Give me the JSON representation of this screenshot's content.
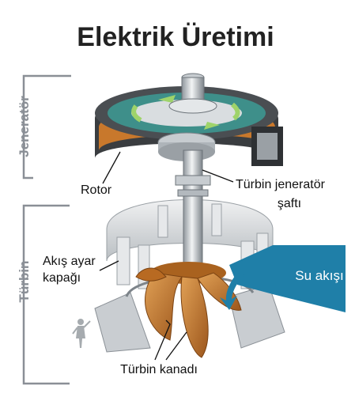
{
  "title": "Elektrik Üretimi",
  "sections": {
    "generator": "Jeneratör",
    "turbine": "Türbin"
  },
  "labels": {
    "rotor": "Rotor",
    "shaft_line1": "Türbin jeneratör",
    "shaft_line2": "şaftı",
    "gate_line1": "Akış ayar",
    "gate_line2": "kapağı",
    "blade": "Türbin kanadı",
    "water_flow": "Su akışı"
  },
  "colors": {
    "water": "#1f7fa8",
    "copper": "#c8782c",
    "metal": "#d9dde0",
    "rotor_green": "#3e8f8a",
    "section_gray": "#8a8f96"
  }
}
